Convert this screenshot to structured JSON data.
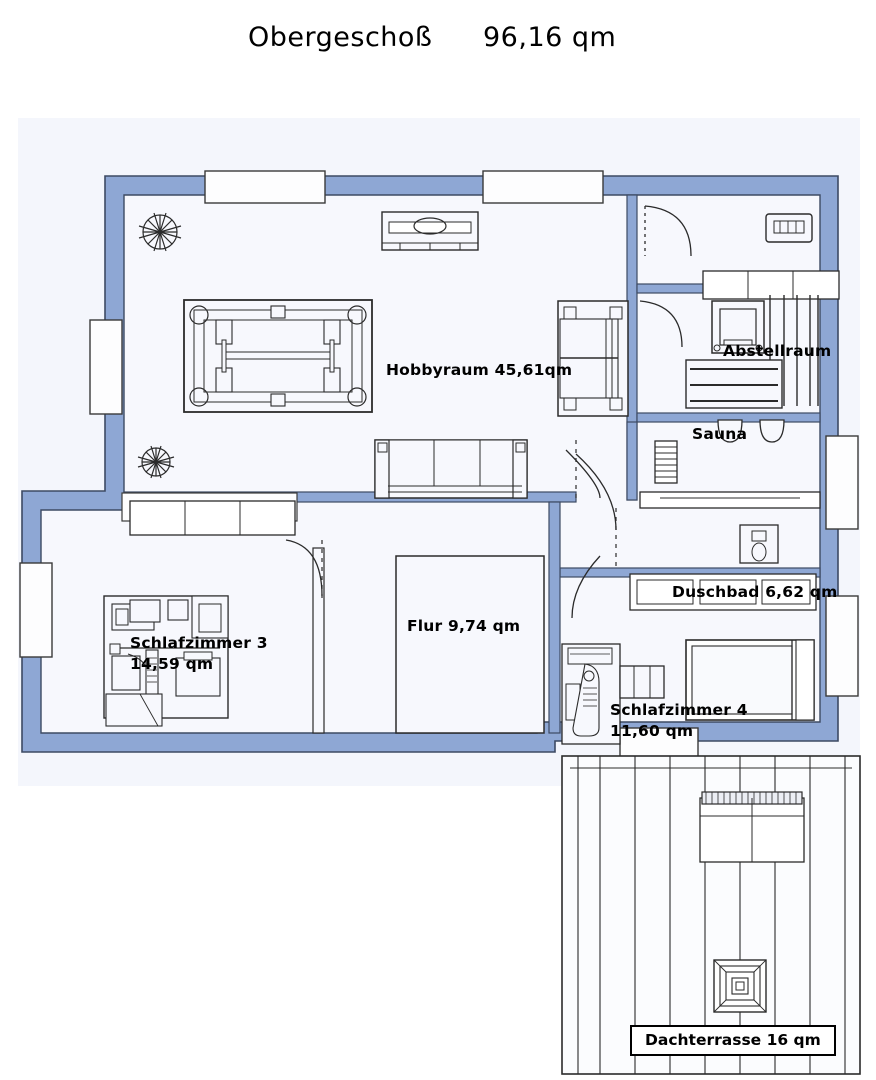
{
  "document": {
    "title_floor": "Obergeschoß",
    "title_area": "96,16 qm"
  },
  "colors": {
    "wall_fill": "#8ea7d4",
    "wall_stroke": "#3d4a63",
    "room_fill": "#f4f6fc",
    "page_background": "#ffffff",
    "furniture_stroke": "#2b2b2b",
    "text": "#000000",
    "terrace_fill": "#fbfcfe"
  },
  "rooms": [
    {
      "key": "hobbyraum",
      "name": "Hobbyraum",
      "area": "45,61qm",
      "label": "Hobbyraum 45,61qm"
    },
    {
      "key": "abstellraum",
      "name": "Abstellraum",
      "area": "",
      "label": "Abstellraum"
    },
    {
      "key": "sauna",
      "name": "Sauna",
      "area": "",
      "label": "Sauna"
    },
    {
      "key": "duschbad",
      "name": "Duschbad",
      "area": "6,62 qm",
      "label": "Duschbad 6,62 qm"
    },
    {
      "key": "flur",
      "name": "Flur",
      "area": "9,74 qm",
      "label": "Flur  9,74 qm"
    },
    {
      "key": "schlafzimmer3",
      "name": "Schlafzimmer 3",
      "area": "14,59 qm",
      "label": "Schlafzimmer 3",
      "label_line2": "14,59 qm"
    },
    {
      "key": "schlafzimmer4",
      "name": "Schlafzimmer 4",
      "area": "11,60 qm",
      "label": "Schlafzimmer 4",
      "label_line2": "11,60 qm"
    },
    {
      "key": "dachterrasse",
      "name": "Dachterrasse",
      "area": "16 qm",
      "label": "Dachterrasse 16 qm"
    }
  ],
  "labels": {
    "hobbyraum": "Hobbyraum 45,61qm",
    "abstellraum": "Abstellraum",
    "sauna": "Sauna",
    "duschbad": "Duschbad 6,62 qm",
    "flur": "Flur  9,74 qm",
    "schlafzimmer3_line1": "Schlafzimmer 3",
    "schlafzimmer3_line2": "14,59 qm",
    "schlafzimmer4_line1": "Schlafzimmer 4",
    "schlafzimmer4_line2": "11,60 qm",
    "dachterrasse": "Dachterrasse 16 qm"
  },
  "furniture": [
    {
      "key": "billiard-table",
      "room": "hobbyraum",
      "type": "pool-table"
    },
    {
      "key": "sofa",
      "room": "hobbyraum",
      "type": "three-seat-sofa"
    },
    {
      "key": "counter-sink",
      "room": "hobbyraum",
      "type": "counter-with-basin"
    },
    {
      "key": "plant-1",
      "room": "hobbyraum",
      "type": "plant-star"
    },
    {
      "key": "plant-2",
      "room": "hobbyraum",
      "type": "plant-star"
    },
    {
      "key": "shower-cabin",
      "room": "duschbad",
      "type": "shower"
    },
    {
      "key": "wc",
      "room": "duschbad",
      "type": "toilet"
    },
    {
      "key": "vanity",
      "room": "duschbad",
      "type": "washbasin-unit"
    },
    {
      "key": "sauna-bench",
      "room": "sauna",
      "type": "bench"
    },
    {
      "key": "sauna-heater",
      "room": "sauna",
      "type": "heater"
    },
    {
      "key": "storage-shelf",
      "room": "abstellraum",
      "type": "shelving"
    },
    {
      "key": "desk",
      "room": "schlafzimmer3",
      "type": "desk-chair"
    },
    {
      "key": "bed-4",
      "room": "schlafzimmer4",
      "type": "double-bed"
    },
    {
      "key": "wardrobe-4",
      "room": "schlafzimmer4",
      "type": "wardrobe"
    },
    {
      "key": "terrace-lounger",
      "room": "dachterrasse",
      "type": "lounger"
    },
    {
      "key": "terrace-planter",
      "room": "dachterrasse",
      "type": "square-planter"
    }
  ]
}
